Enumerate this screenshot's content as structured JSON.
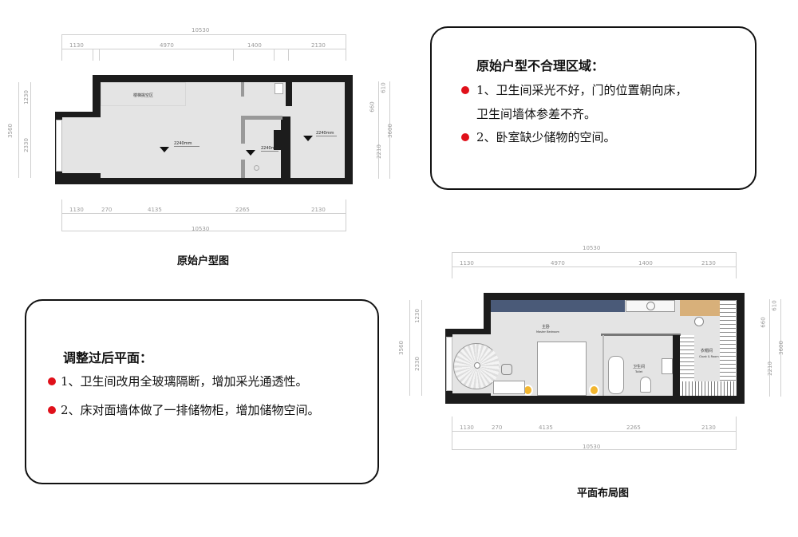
{
  "original_plan": {
    "caption": "原始户型图",
    "top_dims": {
      "total": "10530",
      "segments": [
        "1130",
        "4970",
        "1400",
        "2130"
      ]
    },
    "bottom_dims": {
      "total": "10530",
      "segments": [
        "1130",
        "270",
        "4135",
        "2265",
        "2130"
      ]
    },
    "left_dims": {
      "total": "3560",
      "segments": [
        "1230",
        "2330"
      ]
    },
    "right_dims": {
      "total": "3600",
      "segments": [
        "610",
        "660",
        "2210"
      ]
    },
    "room_label": "楼梯挑空区",
    "elevations": [
      "2240mm",
      "2240mm",
      "2240mm"
    ]
  },
  "layout_plan": {
    "caption": "平面布局图",
    "top_dims": {
      "total": "10530",
      "segments": [
        "1130",
        "4970",
        "1400",
        "2130"
      ]
    },
    "bottom_dims": {
      "total": "10530",
      "segments": [
        "1130",
        "270",
        "4135",
        "2265",
        "2130"
      ]
    },
    "left_dims": {
      "total": "3560",
      "segments": [
        "1230",
        "2330"
      ]
    },
    "right_dims": {
      "total": "3600",
      "segments": [
        "610",
        "660",
        "2210"
      ]
    },
    "rooms": [
      {
        "cn": "主卧",
        "en": "Master Bedroom"
      },
      {
        "cn": "卫生间",
        "en": "Toilet"
      },
      {
        "cn": "衣帽间",
        "en": "Cloak & Room"
      }
    ],
    "colors": {
      "wall": "#1c1c1c",
      "floor": "#e4e4e4",
      "cabinet": "#4a5a78",
      "wood": "#d8b07a",
      "lamp": "#f2b630"
    }
  },
  "problems_card": {
    "title": "原始户型不合理区域：",
    "items": [
      "1、卫生间采光不好，门的位置朝向床，",
      "卫生间墙体参差不齐。",
      "2、卧室缺少储物的空间。"
    ]
  },
  "solutions_card": {
    "title": "调整过后平面：",
    "items": [
      "1、卫生间改用全玻璃隔断，增加采光通透性。",
      "2、床对面墙体做了一排储物柜，增加储物空间。"
    ]
  },
  "accent_color": "#e0101a"
}
